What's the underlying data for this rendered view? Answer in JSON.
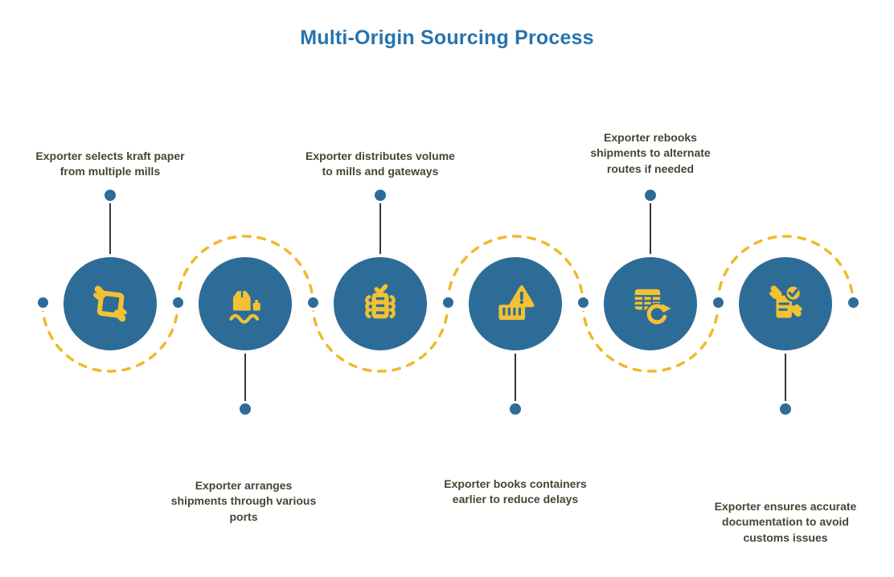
{
  "title": {
    "text": "Multi-Origin Sourcing Process"
  },
  "colors": {
    "title_blue": "#2673AD",
    "circle_fill": "#2E6C98",
    "icon_yellow": "#F2C233",
    "dash_yellow": "#EFB92B",
    "label_text": "#4A4334",
    "stem_line": "#3A372E",
    "ring_white": "#FFFFFF",
    "background": "#FFFFFF"
  },
  "steps": [
    {
      "id": 1,
      "label": "Exporter selects kraft paper\nfrom multiple mills",
      "label_position": "top",
      "icon": "paper-handover-icon"
    },
    {
      "id": 2,
      "label": "Exporter arranges\nshipments through various\nports",
      "label_position": "bottom",
      "icon": "port-shipment-icon"
    },
    {
      "id": 3,
      "label": "Exporter distributes volume\nto mills and gateways",
      "label_position": "top",
      "icon": "cargo-check-icon"
    },
    {
      "id": 4,
      "label": "Exporter books containers\nearlier to reduce delays",
      "label_position": "bottom",
      "icon": "container-alert-icon"
    },
    {
      "id": 5,
      "label": "Exporter rebooks\nshipments to alternate\nroutes if needed",
      "label_position": "top",
      "icon": "schedule-rebook-icon"
    },
    {
      "id": 6,
      "label": "Exporter ensures accurate\ndocumentation to avoid\ncustoms issues",
      "label_position": "bottom",
      "icon": "document-check-icon"
    }
  ]
}
